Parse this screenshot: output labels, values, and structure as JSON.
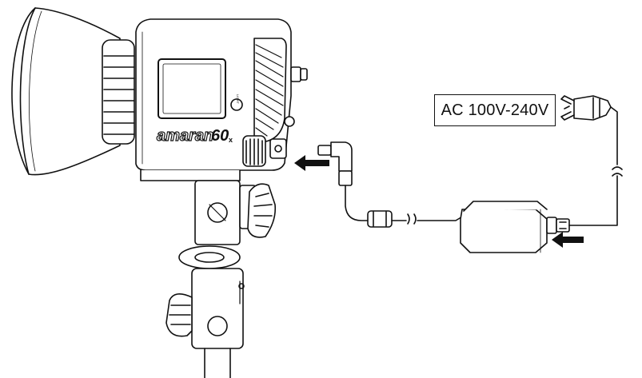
{
  "power_label": "AC 100V-240V",
  "brand": {
    "logo_text": "amaran",
    "model_badge": "60",
    "model_suffix": "x"
  },
  "side_marking": "LIGHT",
  "colors": {
    "line": "#111111",
    "fill": "#ffffff",
    "shade": "#d9d9d9",
    "dark": "#222222"
  },
  "icons": {
    "insert_arrow_light": "arrow-left-icon",
    "insert_arrow_adapter": "arrow-left-icon"
  }
}
